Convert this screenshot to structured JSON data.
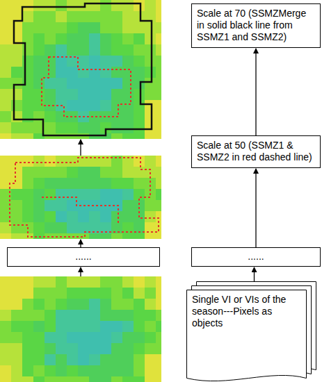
{
  "diagram": {
    "nodes": [
      {
        "text": [
          "Scale at 70 (SSMZMerge in solid black line from SSMZ1 and SSMZ2)"
        ]
      },
      {
        "text": [
          "Scale at 50 (SSMZ1 & SSMZ2 in red dashed line)"
        ]
      },
      {
        "text": [
          "......"
        ]
      },
      {
        "text": [
          "......"
        ]
      },
      {
        "text": [
          "Single VI or VIs of the season---Pixels as objects"
        ]
      }
    ],
    "edges": [
      {
        "from": 1,
        "to": 0,
        "arrow": "to"
      },
      {
        "from": 3,
        "to": 1,
        "arrow": "to"
      },
      {
        "from": 4,
        "to": 3,
        "arrow": "to"
      }
    ]
  }
}
